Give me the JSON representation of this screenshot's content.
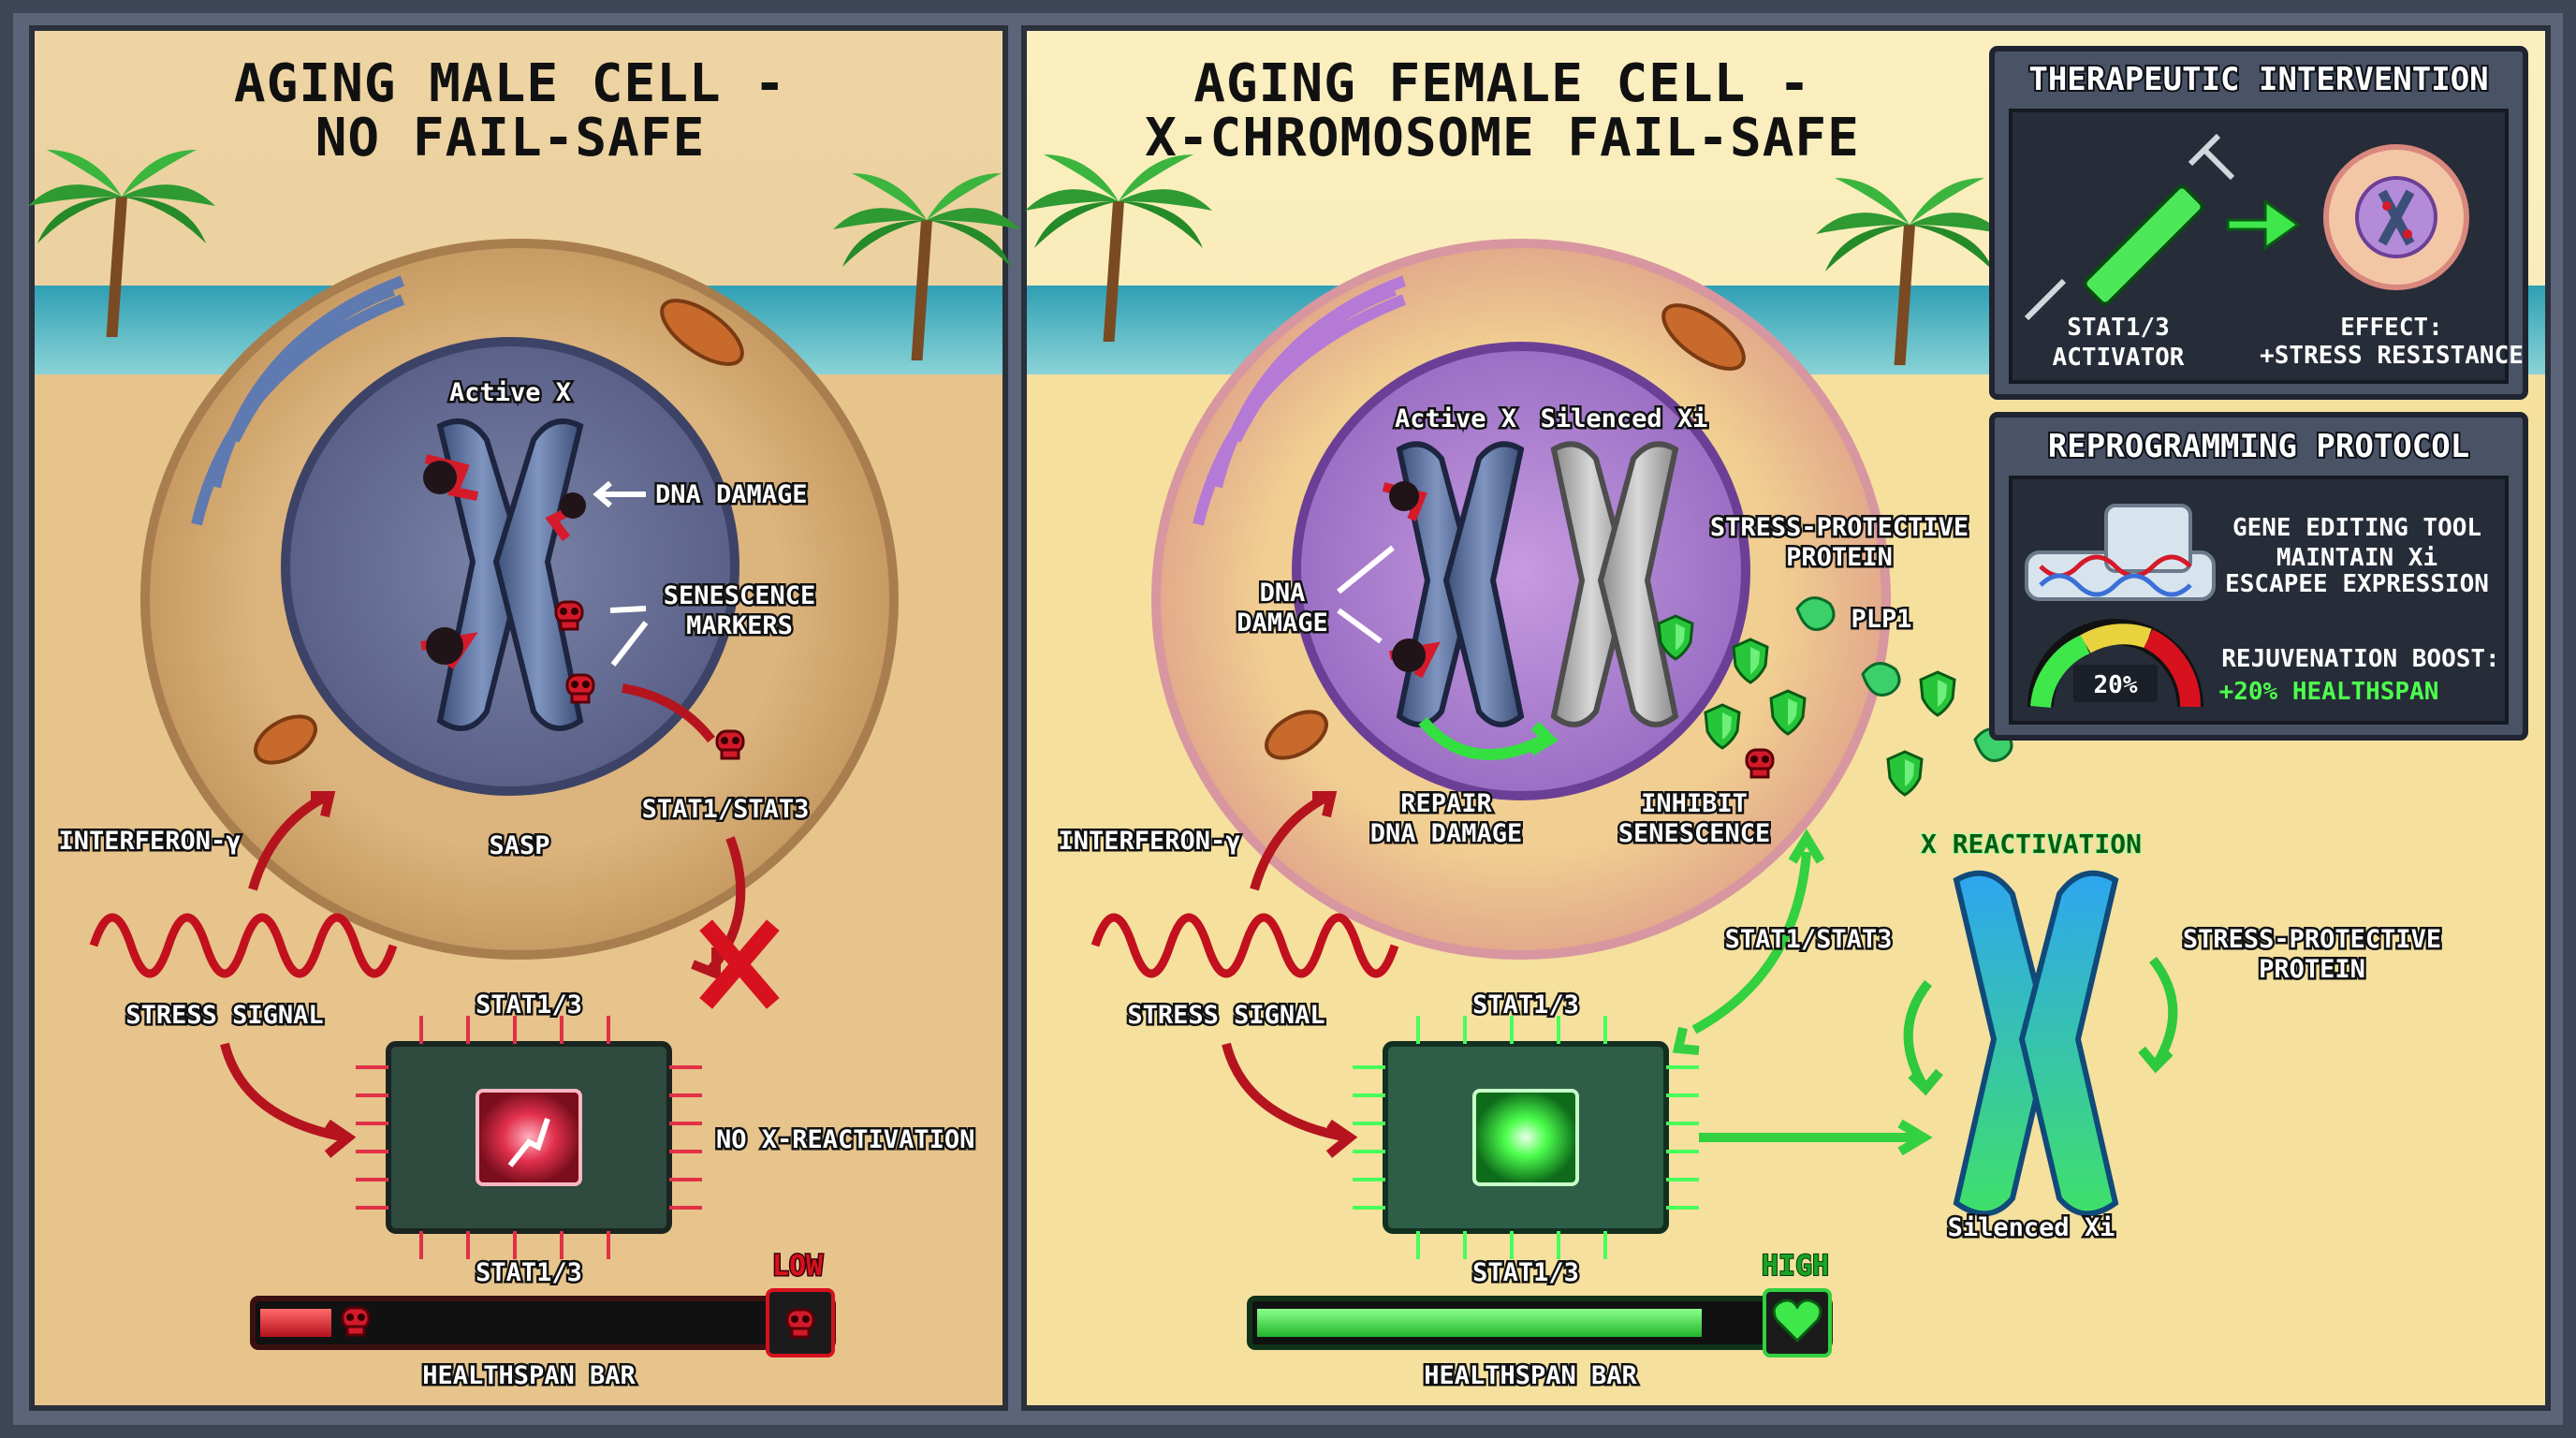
{
  "left_panel": {
    "title_line1": "AGING MALE CELL -",
    "title_line2": "NO FAIL-SAFE",
    "active_x": "Active X",
    "dna_damage": "DNA DAMAGE",
    "senescence_line1": "SENESCENCE",
    "senescence_line2": "MARKERS",
    "stat_pathway": "STAT1/STAT3",
    "interferon": "INTERFERON-γ",
    "sasp": "SASP",
    "stress_signal": "STRESS SIGNAL",
    "chip_top": "STAT1/3",
    "chip_bottom": "STAT1/3",
    "no_reactivation": "NO X-REACTIVATION",
    "health_level": "LOW",
    "health_fraction": 0.14,
    "health_label": "HEALTHSPAN BAR"
  },
  "right_panel": {
    "title_line1": "AGING FEMALE CELL -",
    "title_line2": "X-CHROMOSOME FAIL-SAFE",
    "active_x": "Active X",
    "silenced_xi": "Silenced Xi",
    "dna_line1": "DNA",
    "dna_line2": "DAMAGE",
    "protein_line1": "STRESS-PROTECTIVE",
    "protein_line2": "PROTEIN",
    "plp1": "PLP1",
    "repair_line1": "REPAIR",
    "repair_line2": "DNA DAMAGE",
    "inhibit_line1": "INHIBIT",
    "inhibit_line2": "SENESCENCE",
    "interferon": "INTERFERON-γ",
    "stress_signal": "STRESS SIGNAL",
    "stat_pathway": "STAT1/STAT3",
    "x_reactivation": "X REACTIVATION",
    "protein2_line1": "STRESS-PROTECTIVE",
    "protein2_line2": "PROTEIN",
    "chip_top": "STAT1/3",
    "chip_bottom": "STAT1/3",
    "silenced_xi_bottom": "Silenced Xi",
    "health_level": "HIGH",
    "health_fraction": 0.88,
    "health_label": "HEALTHSPAN BAR"
  },
  "therapy_panel": {
    "title": "THERAPEUTIC INTERVENTION",
    "activator_line1": "STAT1/3",
    "activator_line2": "ACTIVATOR",
    "effect_line1": "EFFECT:",
    "effect_line2": "+STRESS RESISTANCE"
  },
  "reprogram_panel": {
    "title": "REPROGRAMMING PROTOCOL",
    "tool_line1": "GENE EDITING TOOL",
    "tool_line2": "MAINTAIN Xi",
    "tool_line3": "ESCAPEE EXPRESSION",
    "gauge_value": "20%",
    "gauge_fraction": 0.2,
    "boost_line1": "REJUVENATION BOOST:",
    "boost_line2": "+20% HEALTHSPAN"
  },
  "colors": {
    "sand": "#e8c690",
    "sand_right": "#f6e3a0",
    "sea": "#4fb8c6",
    "sky": "#cfe7e2",
    "frame": "#3d4556",
    "danger": "#c8142a",
    "glow_green": "#3ee84a",
    "chromo_blue": "#5a6f9a",
    "reactivated": "#27b9e6"
  },
  "icons": [
    "palm-tree-icon",
    "skull-icon",
    "shield-icon",
    "chip-icon",
    "syringe-icon",
    "heart-icon",
    "dna-icon",
    "gauge-icon",
    "arrow-icon",
    "cross-icon"
  ]
}
